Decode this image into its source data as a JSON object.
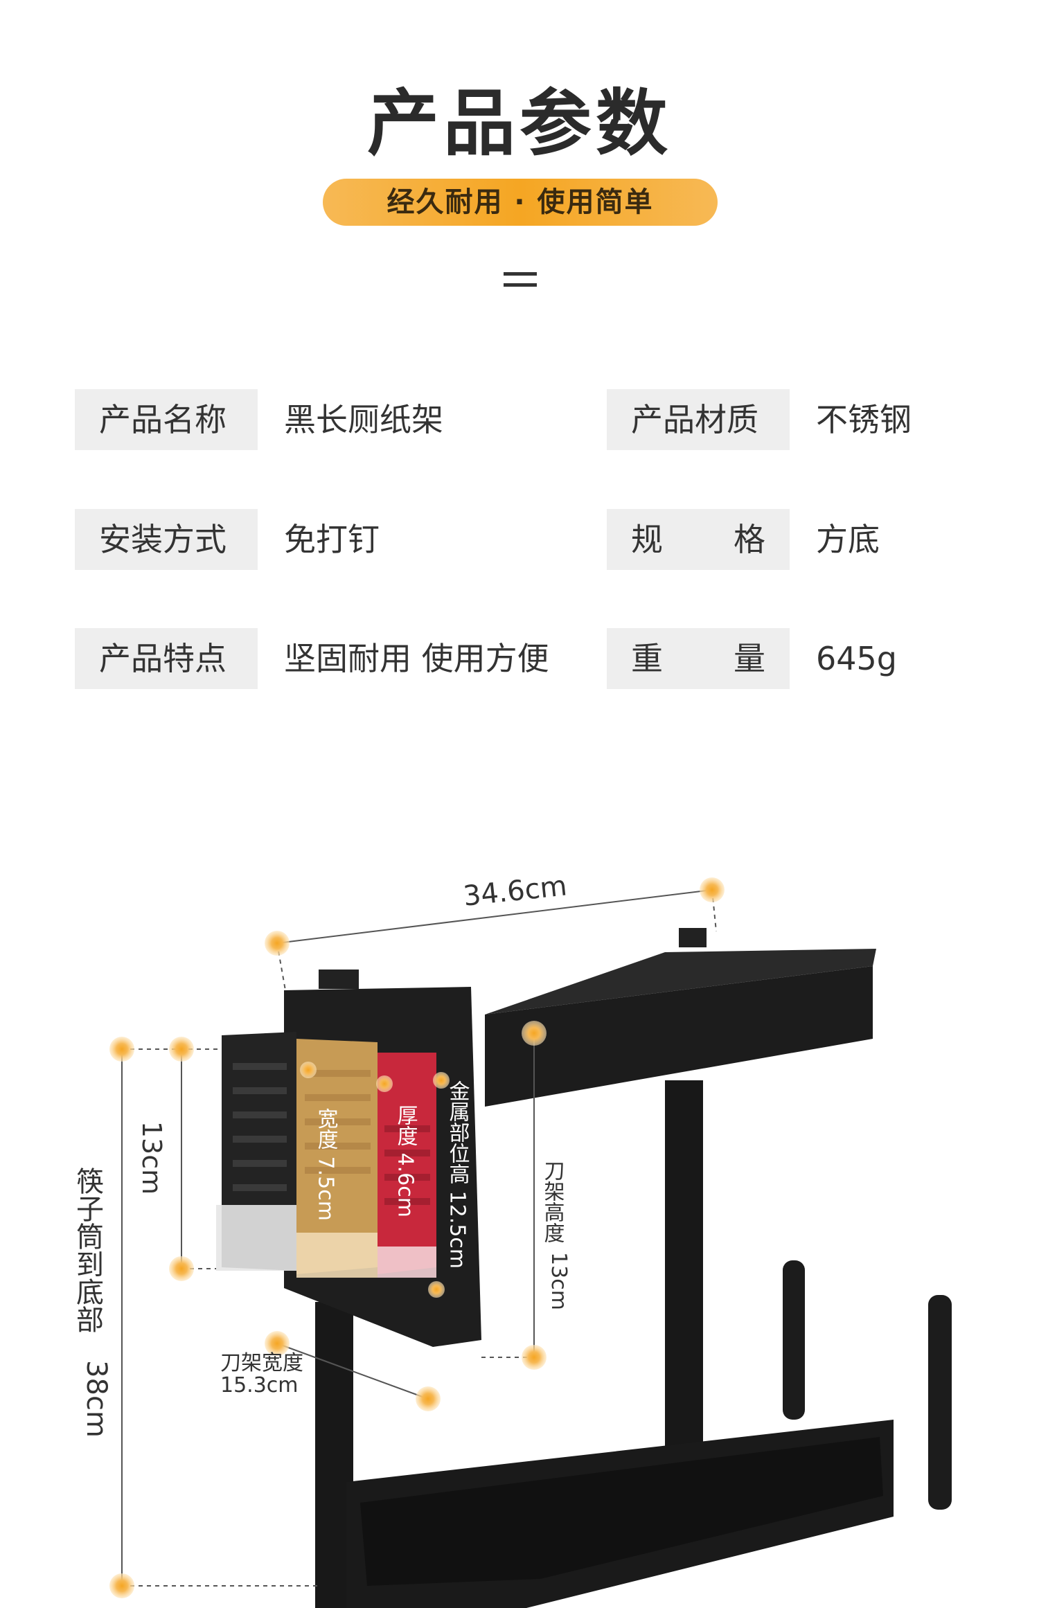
{
  "header": {
    "title": "产品参数",
    "subtitle": "经久耐用 · 使用简单"
  },
  "specs": [
    {
      "label": "产品名称",
      "value": "黑长厕纸架"
    },
    {
      "label": "产品材质",
      "value": "不锈钢"
    },
    {
      "label": "安装方式",
      "value": "免打钉"
    },
    {
      "label": "规格",
      "label_chars": [
        "规",
        "格"
      ],
      "value": "方底"
    },
    {
      "label": "产品特点",
      "value": "坚固耐用 使用方便"
    },
    {
      "label": "重量",
      "label_chars": [
        "重",
        "量"
      ],
      "value": "645g"
    }
  ],
  "dimensions": {
    "top_width": "34.6cm",
    "holder_height": "13cm",
    "chopstick_to_bottom": "筷子筒到底部",
    "chopstick_to_bottom_value": "38cm",
    "width_7_5": "宽度 7.5cm",
    "thickness": "厚度 4.6cm",
    "metal_height": "金属部位高 12.5cm",
    "knife_rack_height_label": "刀架高度",
    "knife_rack_height_value": "13cm",
    "knife_rack_width_label": "刀架宽度",
    "knife_rack_width_value": "15.3cm"
  },
  "colors": {
    "accent": "#f5a623",
    "rack": "#1c1c1c",
    "panel_tan": "#c79b55",
    "panel_red": "#c8283c",
    "label_bg": "#eeeeee"
  }
}
